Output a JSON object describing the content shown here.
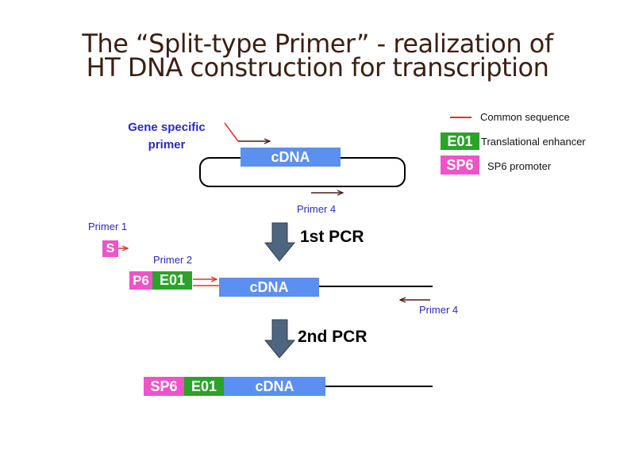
{
  "title": {
    "line1": "The “Split-type Primer” - realization of",
    "line2": "HT DNA construction for transcription"
  },
  "legend": {
    "common": "Common sequence",
    "enhancer_box": "E01",
    "enhancer": "Translational enhancer",
    "promoter_box": "SP6",
    "promoter": "SP6 promoter"
  },
  "top": {
    "gene_primer": "Gene specific primer",
    "cdna": "cDNA",
    "primer4": "Primer 4"
  },
  "pcr1": {
    "label": "1st PCR",
    "primer1": "Primer 1",
    "s_box": "S",
    "primer2": "Primer 2",
    "p6_box": "P6",
    "e01_box": "E01",
    "cdna": "cDNA",
    "primer4": "Primer 4"
  },
  "pcr2": {
    "label": "2nd PCR",
    "sp6_box": "SP6",
    "e01_box": "E01",
    "cdna": "cDNA"
  },
  "colors": {
    "common_red": "#e03030",
    "cdna_blue": "#5b8ff0",
    "sp6_pink": "#ee54c8",
    "e01_green": "#2ca22a",
    "arrow_slate": "#4e6580"
  }
}
